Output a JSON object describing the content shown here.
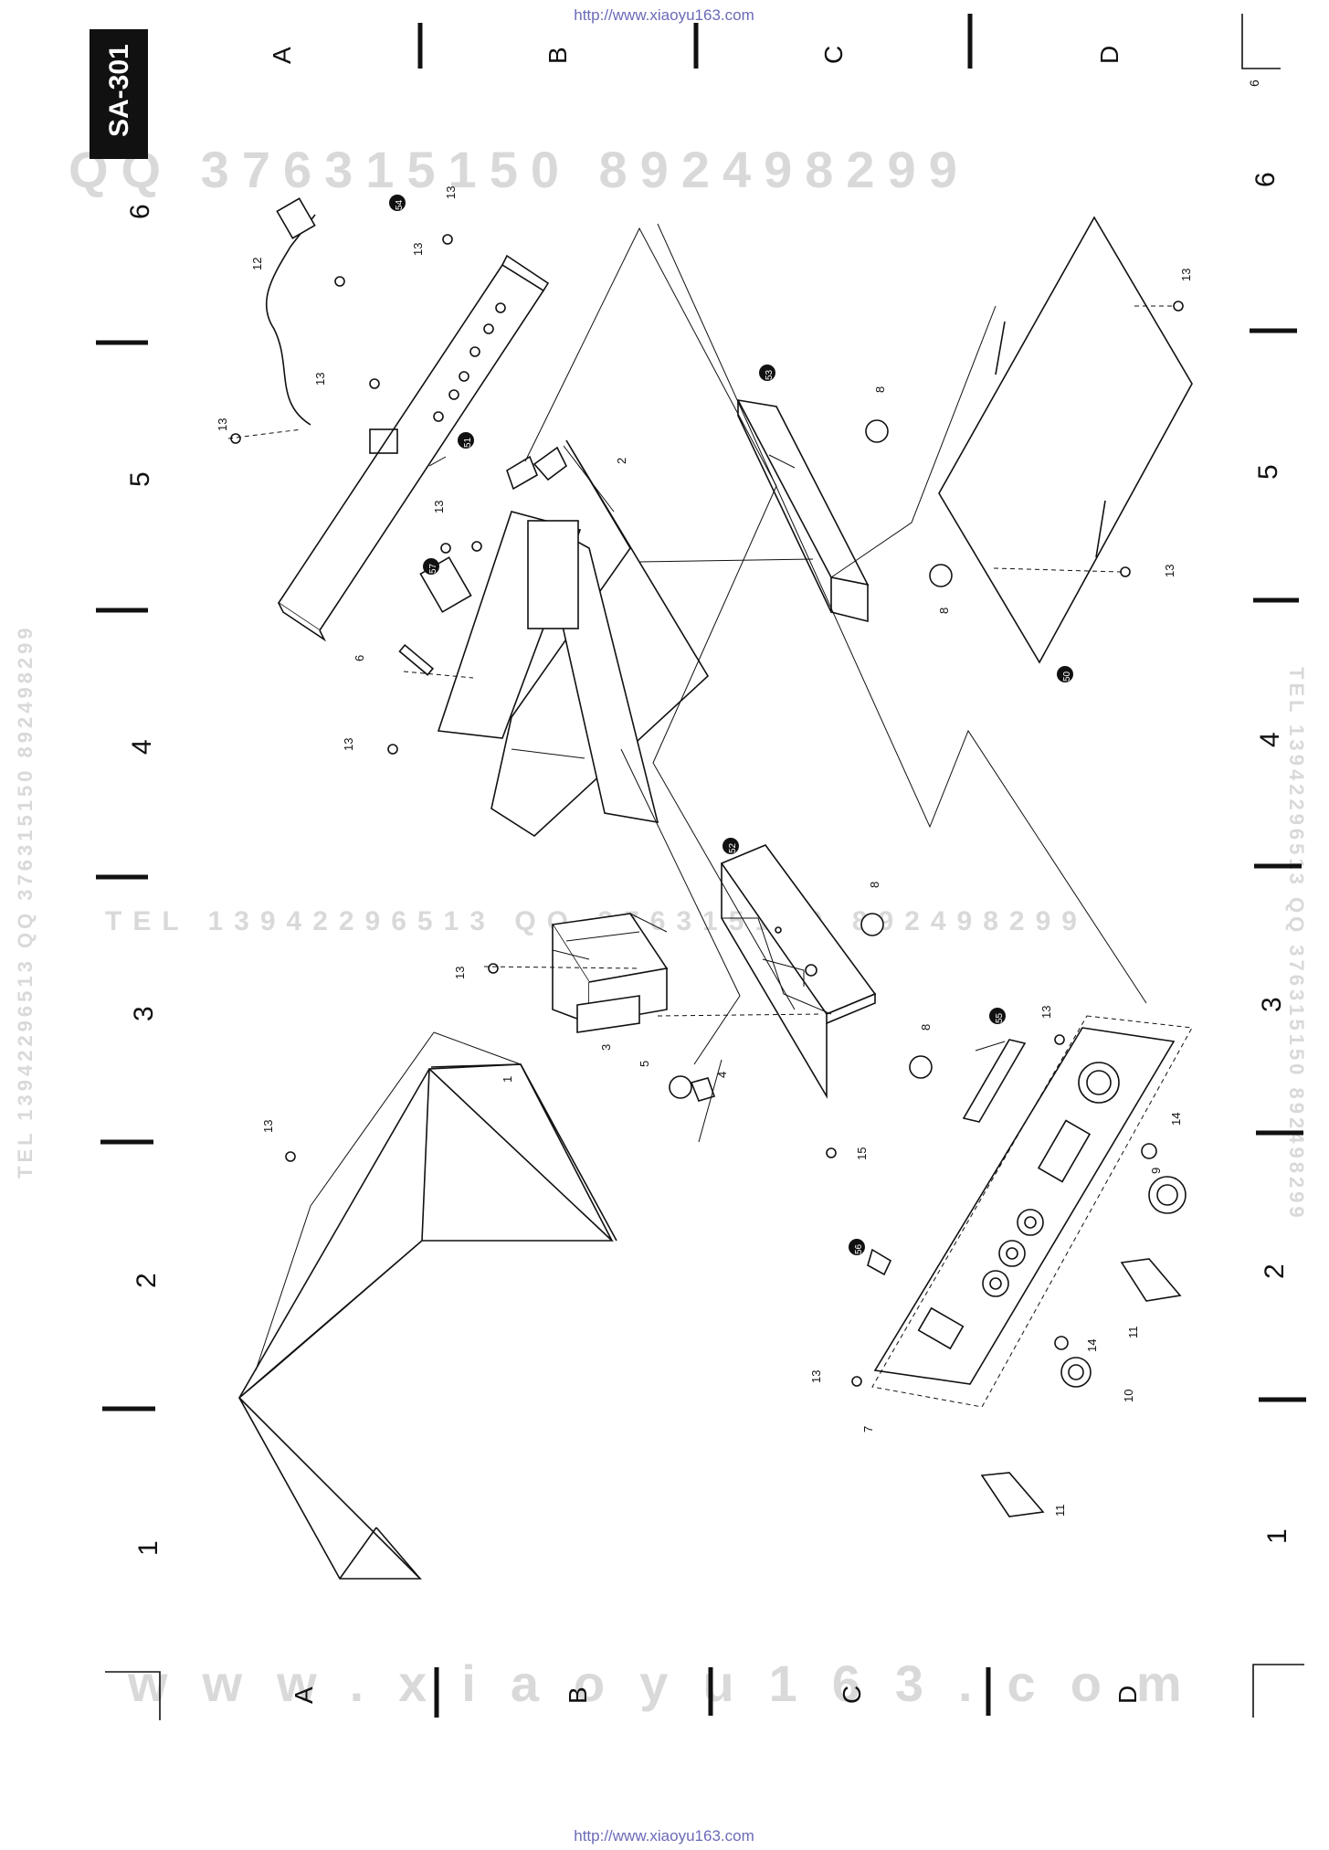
{
  "watermarks": {
    "url_top": "http://www.xiaoyu163.com",
    "url_bottom": "http://www.xiaoyu163.com",
    "qq_line": "QQ 376315150    892498299",
    "tel_line": "TEL 13942296513    QQ 376315150  892498299",
    "site_line": "www.xiaoyu163.com",
    "side_left": "TEL 13942296513 QQ 376315150 892498299",
    "side_right": "TEL 13942296513 QQ 376315150 892498299"
  },
  "sheet": {
    "model": "SA-301",
    "page_number": "6",
    "grid_letters_top": [
      "A",
      "B",
      "C",
      "D"
    ],
    "grid_letters_bottom": [
      "A",
      "B",
      "C",
      "D"
    ],
    "grid_numbers_left": [
      "6",
      "5",
      "4",
      "3",
      "2",
      "1"
    ],
    "grid_numbers_right": [
      "6",
      "5",
      "4",
      "3",
      "2",
      "1"
    ]
  },
  "callouts": {
    "c1": "1",
    "c2": "2",
    "c3": "3",
    "c4": "4",
    "c5": "5",
    "c6": "6",
    "c7": "7",
    "c8": "8",
    "c9": "9",
    "c10": "10",
    "c11": "11",
    "c12": "12",
    "c13": "13",
    "c14": "14",
    "c15": "15",
    "c50": "50",
    "c51": "51",
    "c52": "52",
    "c53": "53",
    "c54": "54",
    "c55": "55",
    "c56": "56",
    "c57": "57"
  },
  "colors": {
    "ink": "#111111",
    "watermark": "#d9d9d9",
    "url": "#6a6ab8"
  }
}
